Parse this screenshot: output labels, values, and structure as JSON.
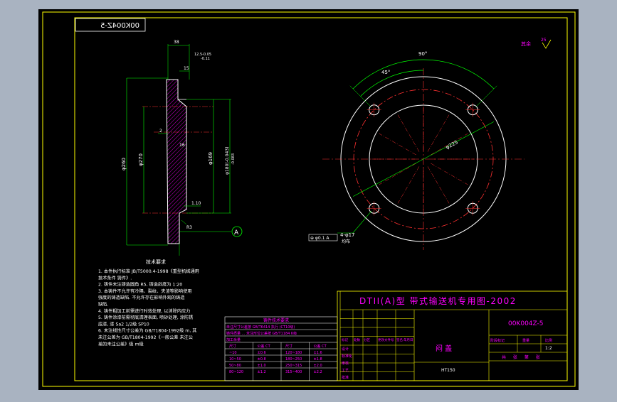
{
  "colors": {
    "background": "#a9b3c1",
    "sheet": "#000000",
    "frame": "#ffff00",
    "text_magenta": "#ff00ff",
    "text_white": "#ffffff",
    "center_line": "#ff3030",
    "part_outline": "#ffffff",
    "dimension": "#00ff00"
  },
  "code_box": {
    "mirrored_code": "00K004Z-5"
  },
  "roughness": {
    "label": "其余",
    "value": "25"
  },
  "section_view": {
    "marker": "A",
    "dims": {
      "top_width": "38",
      "tol_top_line1": "12.5-0.05",
      "tol_top_line2": "-0.11",
      "right_side": "15",
      "d_outer": "φ260",
      "d_bolt_circle": "φ270",
      "d_inner_bore": "φ169",
      "d_fit_line1": "φ180(-0.043)",
      "d_fit_line2": "-0.083",
      "bore_label": "16",
      "chamfer": "1.10",
      "radius": "R3",
      "gap": "2"
    }
  },
  "plan_view": {
    "angle_90": "90°",
    "angle_45": "45°",
    "diameter_label": "φ225",
    "hole_label": "4-φ17",
    "hole_sub": "均布",
    "datum_frame": "⊕ φ0.1 A"
  },
  "tech_notes": {
    "heading": "技术要求",
    "lines": [
      "1. 本件执行标准 JB/T5000.4-1998《重型机械通用",
      "   技术条件 铸件》.",
      "2. 铸件未注铸造圆角 R5, 铸造斜度为 1:20",
      "3. 本铸件不允许有冷隔、裂纹、夹渣等影响使用",
      "   强度的铸造缺陷. 不允许存在影响外观的铸造",
      "   缺陷.",
      "4. 铸件粗加工前需进行时效处理, 以消除内应力",
      "5. 铸件涂漆前需彻底清理表面, 喷砂处理, 涂防锈",
      "   底漆, 漆 Sa2 1/2级 SP10",
      "6. 未注线性尺寸公差为 GB/T1804-1992级 m, 其",
      "   未注公差为 GB/T1804-1992《一般公差 未注公",
      "   差的未注公差》级 m级"
    ]
  },
  "table_mid": {
    "title": "铸件技术要求",
    "rows": [
      "未注尺寸公差按 GB/T6414 执行 (CT10级)",
      "铸件质量 ...  未注形位公差按 GB/T1184 K级",
      "加工余量"
    ],
    "cols": [
      "尺寸",
      "公差 CT",
      "尺寸",
      "公差 CT"
    ],
    "data": [
      [
        "~10",
        "±0.6",
        "120~180",
        "±1.6"
      ],
      [
        "10~50",
        "±0.8",
        "180~250",
        "±1.8"
      ],
      [
        "50~80",
        "±1.0",
        "250~315",
        "±2.0"
      ],
      [
        "80~120",
        "±1.2",
        "315~400",
        "±2.2"
      ]
    ]
  },
  "title_block": {
    "title": "DTII(A)型 带式输送机专用图-2002",
    "drawing_no": "00K004Z-5",
    "part_name": "闷 盖",
    "material": "HT150",
    "stage_label": "阶段标记",
    "weight_label": "重量",
    "scale_label": "比例",
    "scale_value": "1:2",
    "sheet_label": "共 张 第 张",
    "left_labels": [
      "标记",
      "处数",
      "分区",
      "更改文件号",
      "签名",
      "年月日"
    ],
    "roles": [
      "设计",
      "标准化",
      "审核",
      "工艺",
      "批准"
    ]
  }
}
